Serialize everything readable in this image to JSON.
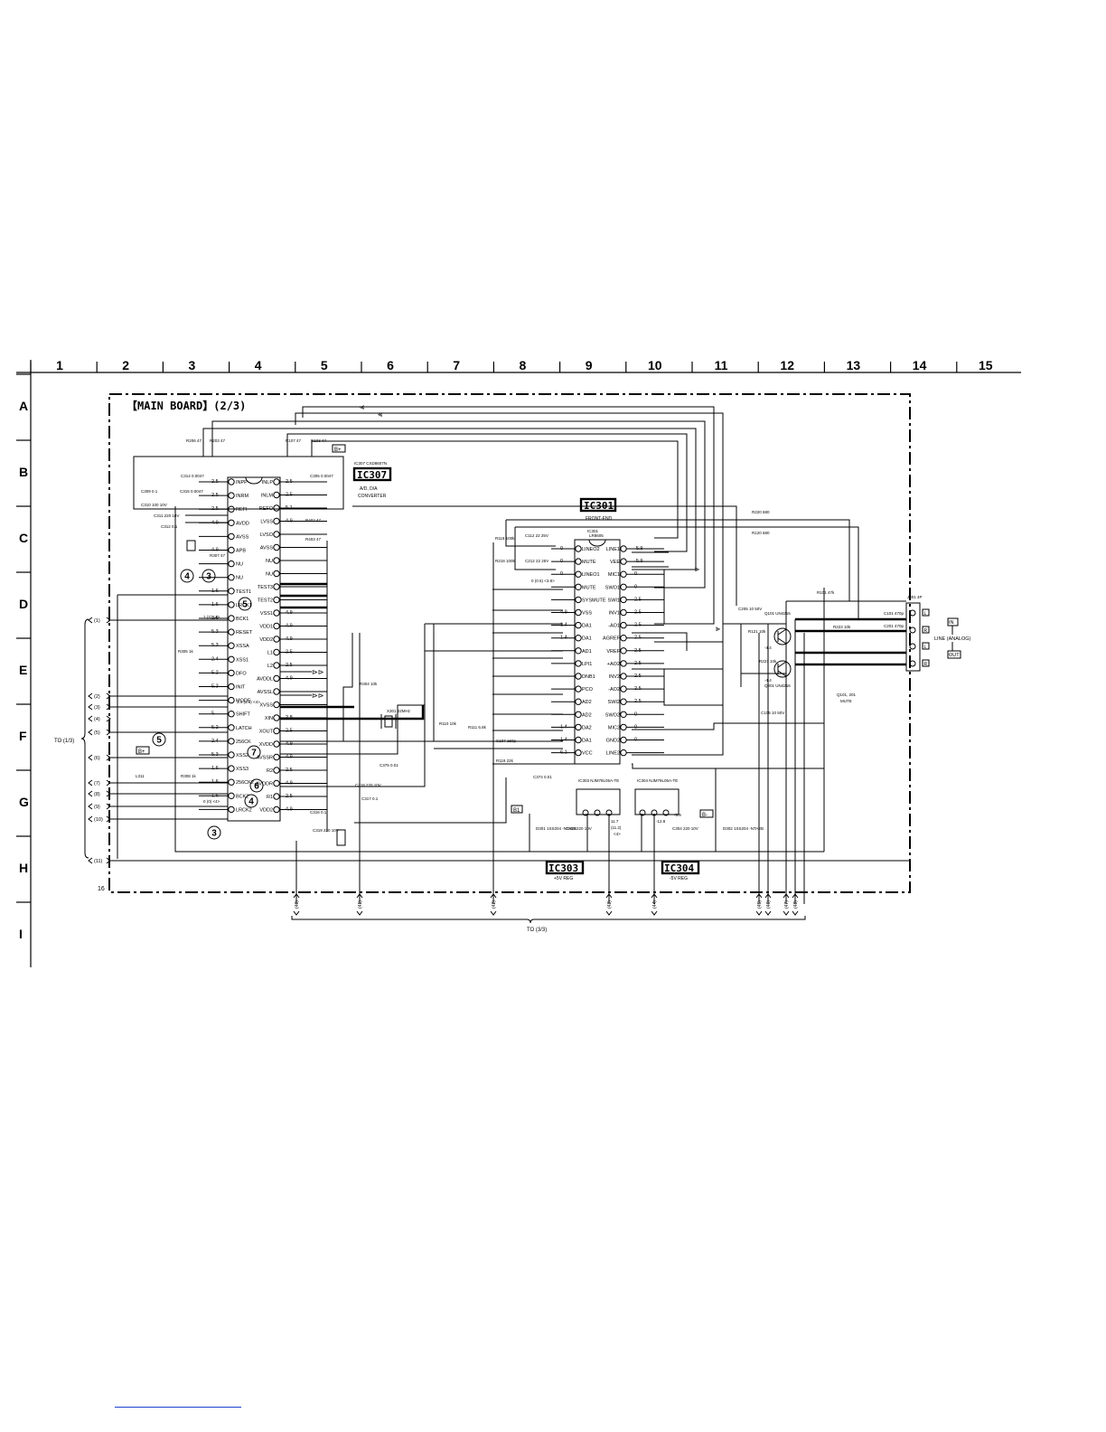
{
  "header": {
    "columns": [
      "1",
      "2",
      "3",
      "4",
      "5",
      "6",
      "7",
      "8",
      "9",
      "10",
      "11",
      "12",
      "13",
      "14",
      "15"
    ],
    "rows": [
      "A",
      "B",
      "C",
      "D",
      "E",
      "F",
      "G",
      "H",
      "I"
    ]
  },
  "board": {
    "title": "【MAIN BOARD】(2/3)"
  },
  "ics": {
    "ic307": {
      "label": "IC307",
      "part": "IC307 CXD8607N",
      "desc1": "A/D, D/A",
      "desc2": "CONVERTER"
    },
    "ic301": {
      "label": "IC301",
      "part": "IC301",
      "desc": "FRONT-END",
      "chip": "LR8605"
    },
    "ic303": {
      "label": "IC303",
      "part": "IC303 NJM78L05A-TE",
      "desc": "+5V REG"
    },
    "ic304": {
      "label": "IC304",
      "part": "IC304 NJM79L05A-TE",
      "desc": "-5V REG"
    }
  },
  "ic307_left_pins": [
    "INPP",
    "INRM",
    "REFI",
    "AVDD",
    "AVSS",
    "APB",
    "NU",
    "NU",
    "TEST1",
    "LRCK1",
    "BCK1",
    "RESET",
    "XSSA",
    "XSS1",
    "DFO",
    "INIT",
    "MODE",
    "SHIFT",
    "LATCH",
    "256CK",
    "XSS2",
    "XSS3",
    "256CK2",
    "BCK2",
    "LRCK2"
  ],
  "ic307_right_pins": [
    "INLP",
    "INLM",
    "REFO",
    "LVSS",
    "LVSO",
    "AVSS",
    "NU",
    "NU",
    "TEST3",
    "TEST2",
    "VSS1",
    "VDD1",
    "VDD2",
    "L1",
    "L2",
    "AVDDL",
    "AVSSL",
    "XVSS",
    "XIN",
    "XOUT",
    "XVDD",
    "AVSSR",
    "R2",
    "AVDDR",
    "R1",
    "VDD2"
  ],
  "ic307_left_volts": [
    "2.5",
    "2.5",
    "2.5",
    "4.9",
    "",
    "4.9",
    "",
    "",
    "1.6",
    "1.6",
    "1.6",
    "5.3",
    "5.3",
    "2.4",
    "5.2",
    "5.3",
    "",
    "5",
    "5.2",
    "2.4",
    "5.3",
    "1.6",
    "1.6",
    "1.6"
  ],
  "ic307_right_volts": [
    "2.5",
    "2.5",
    "5.1",
    "4.9",
    "",
    "",
    "",
    "",
    "",
    "",
    "4.9",
    "4.9",
    "4.9",
    "2.5",
    "2.5",
    "4.9",
    "",
    "",
    "2.8",
    "2.5",
    "4.9",
    "4.9",
    "2.5",
    "4.9",
    "2.5",
    "4.9"
  ],
  "ic301_left_pins": [
    "LINEO2",
    "MUTE",
    "LINEO1",
    "MUTE",
    "SYSMUTE",
    "VSS",
    "DA1",
    "DA1",
    "AD1",
    "LPI1",
    "DNB1",
    "PCO",
    "AD2",
    "AD2",
    "DA2",
    "DA1",
    "VCC"
  ],
  "ic301_right_pins": [
    "LINE1",
    "VEE",
    "MIC1",
    "SWO1",
    "SWI1",
    "INV1",
    "-AO1",
    "AGREF",
    "VREF",
    "+AO2",
    "INV2",
    "-AO2",
    "SWI2",
    "SWO2",
    "MIC2",
    "GND2",
    "LINE2"
  ],
  "ic301_left_volts": [
    "0",
    "0",
    "0",
    "",
    "",
    "4.9",
    "1.4",
    "1.4",
    "",
    "",
    "",
    "",
    "",
    "",
    "1.4",
    "1.4",
    "6.1"
  ],
  "ic301_right_volts": [
    "-5.9",
    "-5.9",
    "0",
    "0",
    "2.5",
    "2.5",
    "2.5",
    "2.5",
    "2.5",
    "2.5",
    "2.5",
    "2.5",
    "2.5",
    "0",
    "0",
    "0",
    ""
  ],
  "components": {
    "r206": "R206 47",
    "r203": "R203 47",
    "r107": "R107 47",
    "r103": "R103 47",
    "c309": "C309 0.1",
    "c310": "C310 100 10V",
    "c311": "C311 220 10V",
    "c312": "C312 0.1",
    "c314": "C314 0.0047",
    "c315": "C315 0.0047",
    "c305": "C305 0.0047",
    "r402": "R402 47",
    "r403": "R403 47",
    "r307": "R307 47",
    "r220": "R220 680",
    "r120": "R120 680",
    "r118": "R118 100k",
    "r218": "R218 100k",
    "c112": "C112 22 25V",
    "c212": "C212 22 25V",
    "c205": "C205 10 50V",
    "c105": "C105 10 50V",
    "c101": "C101 470p",
    "c201": "C201 470p",
    "q101": "Q101 UN4216",
    "q201": "Q201 UN4216",
    "q_mute": "Q101, 201",
    "mute": "MUTE",
    "r121": "R121 10k",
    "r221": "R221 10k",
    "r101": "R101 47k",
    "r223": "R223 10k",
    "x301": "X301 22MHz",
    "l311": "L311",
    "c375": "C375 0.01",
    "c374": "C374 0.01",
    "c316": "C316 0.1",
    "c317": "C317 0.1",
    "c318": "C318 220 10V",
    "c319": "C319 220 10V",
    "d301": "D301 1SS204 -NTA2B",
    "d302": "D302 1SS204 -NTA2B",
    "c304": "C304 220 10V",
    "c303": "C303 220 10V",
    "r304": "R304 10k",
    "r305": "R305 1k",
    "r308": "R308 1k",
    "c107": "C107 150p",
    "r119": "R119 22k",
    "r111": "R111 6.8k",
    "r110": "R110 10k"
  },
  "misc": {
    "b_plus": "B+",
    "b_minus": "B-",
    "b1": "B1",
    "note_ic301_inner": "0 (0.5) <3.8>",
    "c_pins_note": "3.4 (3.4) <4>",
    "g_note": "0 (0) <4>",
    "h_note": "1 (1) <4>",
    "reg_vals": [
      "11.7",
      "(11.2)",
      "<4>",
      "-12.8",
      "-5.9"
    ],
    "to_left": "TO (1/3)",
    "to_bottom": "TO (3/3)",
    "sheet_no": "16",
    "j301": "J301 4P",
    "jack_in": "IN",
    "jack_line": "LINE (ANALOG)",
    "jack_out": "OUT",
    "jack_pins": [
      "L",
      "R",
      "L",
      "R"
    ]
  },
  "left_connectors": [
    "(1)",
    "(2)",
    "(3)",
    "(4)",
    "(5)",
    "(6)",
    "(7)",
    "(8)",
    "(9)",
    "(10)",
    "(11)"
  ],
  "bottom_connectors": [
    "(40)",
    "(41)",
    "(42)",
    "(43)",
    "(44)",
    "(45)",
    "(46)",
    "(47)",
    "(48)"
  ],
  "circled_refs": [
    "4",
    "3",
    "5",
    "5",
    "6",
    "7",
    "4",
    "3"
  ]
}
